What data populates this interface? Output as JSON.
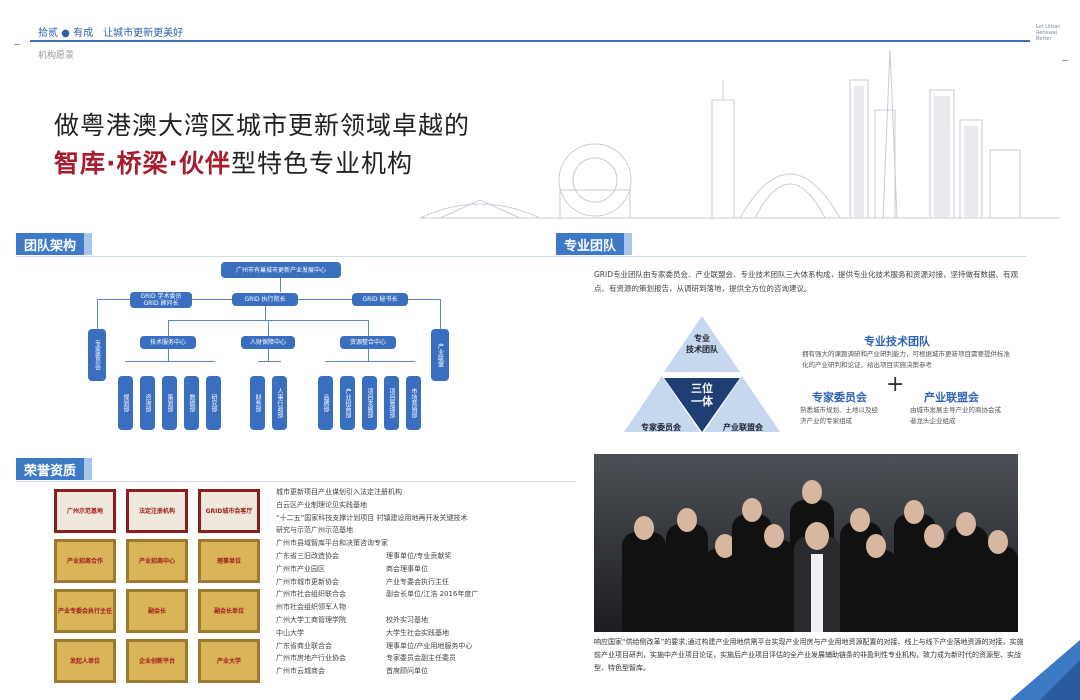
{
  "header": {
    "crumb": "拾贰 ● 有成　让城市更新更美好",
    "sub_crumb": "机构愿景",
    "right_mark": "Let Urban Renewal Better"
  },
  "headline": {
    "line1": "做粤港澳大湾区城市更新领域卓越的",
    "line2_red": "智库·桥梁·伙伴",
    "line2_rest": "型特色专业机构"
  },
  "org": {
    "tab": "团队架构",
    "root": "广州市有巢城市更新产业发展中心",
    "left_top": [
      "GRID 学术委员",
      "GRID 顾问长"
    ],
    "center": "GRID 执行院长",
    "right_top": "GRID 秘书长",
    "left_side": "专家委员会",
    "right_side": "产业联盟",
    "mid": [
      "技术服务中心",
      "人财保障中心",
      "资源整合中心"
    ],
    "leaves_a": [
      "规划部",
      "咨询部",
      "策划部",
      "数据部",
      "研究部"
    ],
    "leaves_b": [
      "财务部",
      "人事行政部"
    ],
    "leaves_c": [
      "品牌部",
      "产业招商部",
      "项目发展部",
      "项目管理部",
      "市场营销部"
    ]
  },
  "team": {
    "tab": "专业团队",
    "desc": "GRID专业团队由专家委员会、产业联盟会、专业技术团队三大体系构成，提供专业化技术服务和资源对接，坚持做有数据、有观点、有资源的策划报告，从调研到落地，提供全方位的咨询建议。",
    "tri_top": "专业\n技术团队",
    "tri_center": "三位\n一体",
    "tri_left": "专家委员会",
    "tri_right": "产业联盟会",
    "tech_title": "专业技术团队",
    "tech_text": "拥有强大的课题调研和产业研判能力，可根据城市更新项目需要提供标准化的产业研判和论证，给出项目实施决策参考",
    "expert_title": "专家委员会",
    "expert_text": "熟悉城市规划、土地以及经济产业的专家组成",
    "plus": "+",
    "alliance_title": "产业联盟会",
    "alliance_text": "由城市发展主导产业的商协会或者龙头企业组成"
  },
  "honors": {
    "tab": "荣誉资质",
    "plaques": [
      "广州示范基地",
      "法定注册机构",
      "GRID城市会客厅",
      "产业招商合作",
      "产业招商中心",
      "理事单位",
      "产业专委会执行主任",
      "副会长",
      "副会长单位",
      "发起人单位",
      "企业创新平台",
      "产业大学"
    ],
    "list": [
      [
        "城市更新项目产业谋划引入法定注册机构",
        ""
      ],
      [
        "白云区产业制理论见实践基地",
        ""
      ],
      [
        "“十二五”国家科技支撑计划项目 村镇建设用地再开发关键技术",
        ""
      ],
      [
        "研究与示范广州示范基地",
        ""
      ],
      [
        "广州市县域智库平台和决策咨询专家",
        ""
      ],
      [
        "广东省三旧改造协会",
        "理事单位/专业贡献奖"
      ],
      [
        "广州市产业园区",
        "商会理事单位"
      ],
      [
        "广州市城市更新协会",
        "产业专委会执行主任"
      ],
      [
        "广州市社会组织联合会",
        "副会长单位/江浩 2016年度广"
      ],
      [
        "州市社会组织领军人物",
        ""
      ],
      [
        "广州大学工商管理学院",
        "校外实习基地"
      ],
      [
        "中山大学",
        "大学生社会实践基地"
      ],
      [
        "广东省商业联合会",
        "理事单位/产业用地服务中心"
      ],
      [
        "广州市房地产行业协会",
        "专家委员会副主任委员"
      ],
      [
        "广州市云城商会",
        "首席顾问单位"
      ]
    ]
  },
  "bottom_text": "响应国家“供给侧改革”的要求,通过构建产业用地供需平台实现产业用房与产业用地资源配置的对接、线上与线下产业落地资源的对接，实施前产业项目研判，实施中产业项目论证，实施后产业项目评估的全产业发展辅助链条的非盈利性专业机构，致力成为新时代的资源型、实战型、特色型智库。",
  "colors": {
    "brand_blue": "#3d79c4",
    "accent_red": "#a61d2d"
  }
}
